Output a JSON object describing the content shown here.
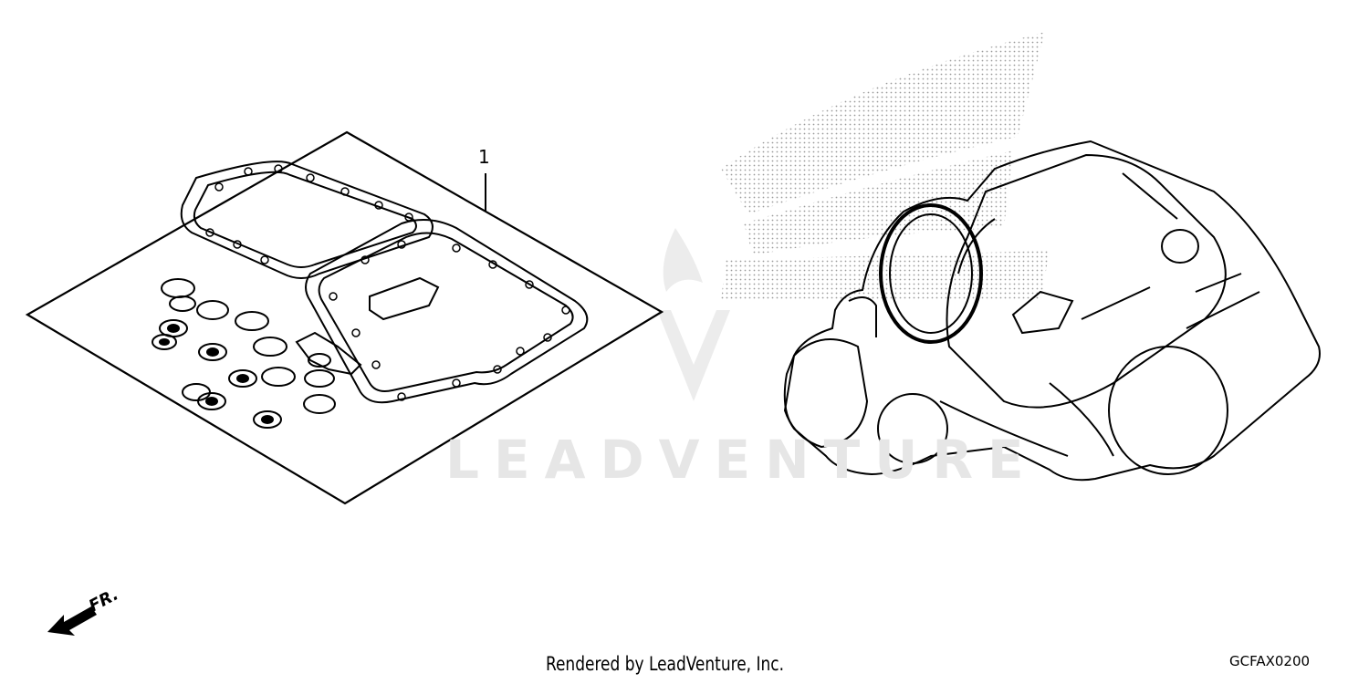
{
  "diagram": {
    "callout_number": "1",
    "direction_label": "FR.",
    "watermark_text": "LEADVENTURE",
    "footer_text": "Rendered by LeadVenture, Inc.",
    "diagram_code": "GCFAX0200"
  },
  "colors": {
    "line": "#000000",
    "watermark": "#e6e6e6",
    "dots": "#9a9a9a"
  }
}
